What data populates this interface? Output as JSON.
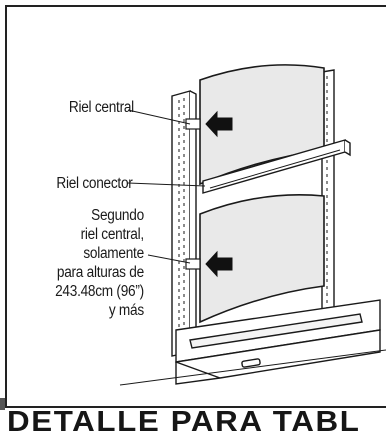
{
  "labels": {
    "center_rail": "Riel central",
    "connector_rail": "Riel conector",
    "second_center_rail": [
      "Segundo",
      "riel central,",
      "solamente",
      "para alturas de",
      "243.48cm (96”)",
      "y más"
    ]
  },
  "footer": {
    "title": "DETALLE PARA TABL"
  },
  "icons": {
    "top_arrow": "arrow-left-icon",
    "bottom_arrow": "arrow-left-icon"
  },
  "colors": {
    "ink": "#1a1a1a",
    "panel_fill": "#e9e9e9",
    "arrow_fill": "#111111"
  }
}
